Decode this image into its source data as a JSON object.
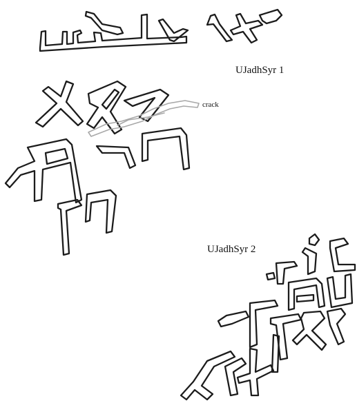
{
  "labels": {
    "inscription_1": "UJadhSyr 1",
    "crack": "crack",
    "inscription_2": "UJadhSyr 2"
  },
  "colors": {
    "glyph_outline": "#1c1c1c",
    "crack_outline": "#a8a8a8",
    "background": "#ffffff"
  }
}
